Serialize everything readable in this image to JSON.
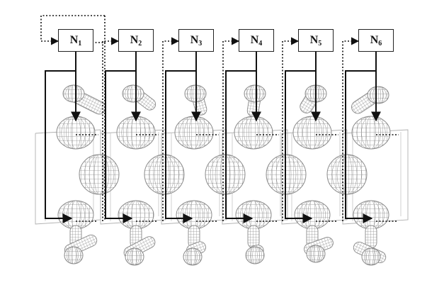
{
  "nodes": [
    {
      "letter": "N",
      "sub": "1"
    },
    {
      "letter": "N",
      "sub": "2"
    },
    {
      "letter": "N",
      "sub": "3"
    },
    {
      "letter": "N",
      "sub": "4"
    },
    {
      "letter": "N",
      "sub": "5"
    },
    {
      "letter": "N",
      "sub": "6"
    }
  ],
  "colors": {
    "arrow": "#111111",
    "mesh": "#8a8a8a",
    "cell": "#b0b0b0"
  }
}
